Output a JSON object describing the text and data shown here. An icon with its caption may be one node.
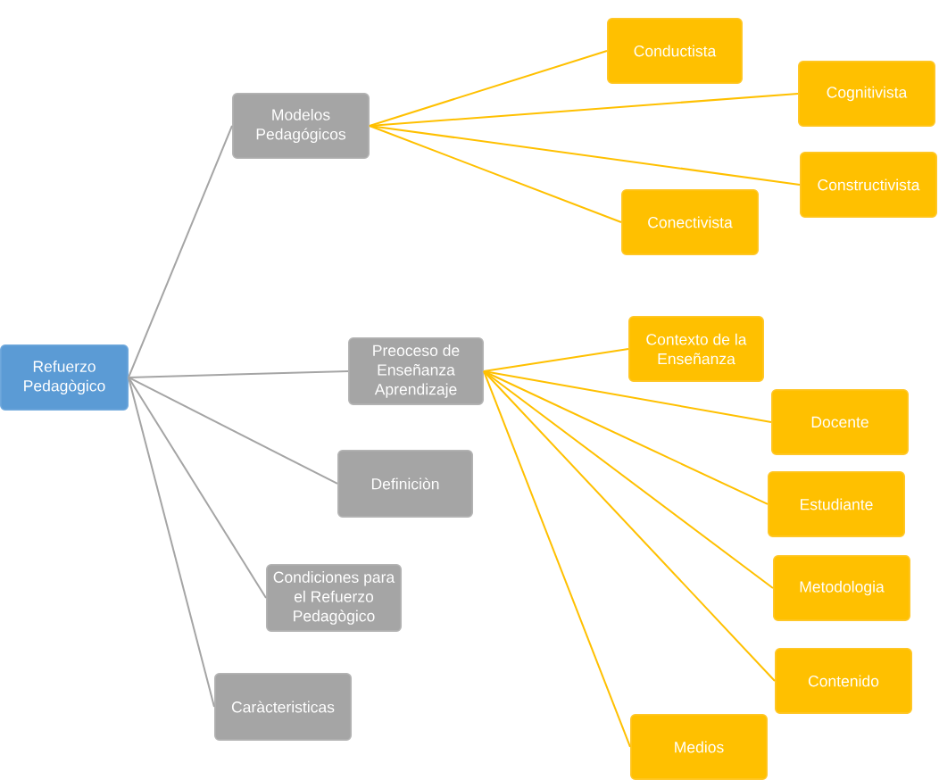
{
  "diagram": {
    "nodes": [
      {
        "text": [
          "Refuerzo Pedagògico"
        ]
      },
      {
        "text": [
          "Modelos Pedagógicos"
        ]
      },
      {
        "text": [
          "Preoceso de Enseñanza Aprendizaje"
        ]
      },
      {
        "text": [
          "Definiciòn"
        ]
      },
      {
        "text": [
          "Condiciones para el Refuerzo Pedagògico"
        ]
      },
      {
        "text": [
          "Caràcteristicas"
        ]
      },
      {
        "text": [
          "Conductista"
        ]
      },
      {
        "text": [
          "Cognitivista"
        ]
      },
      {
        "text": [
          "Constructivista"
        ]
      },
      {
        "text": [
          "Conectivista"
        ]
      },
      {
        "text": [
          "Contexto de la Enseñanza"
        ]
      },
      {
        "text": [
          "Docente"
        ]
      },
      {
        "text": [
          "Estudiante"
        ]
      },
      {
        "text": [
          "Metodologia"
        ]
      },
      {
        "text": [
          "Contenido"
        ]
      },
      {
        "text": [
          "Medios"
        ]
      }
    ],
    "edges": [
      {
        "from": 0,
        "to": 1,
        "arrow": "none",
        "color": "#a5a5a5"
      },
      {
        "from": 0,
        "to": 2,
        "arrow": "none",
        "color": "#a5a5a5"
      },
      {
        "from": 0,
        "to": 3,
        "arrow": "none",
        "color": "#a5a5a5"
      },
      {
        "from": 0,
        "to": 4,
        "arrow": "none",
        "color": "#a5a5a5"
      },
      {
        "from": 0,
        "to": 5,
        "arrow": "none",
        "color": "#a5a5a5"
      },
      {
        "from": 1,
        "to": 6,
        "arrow": "none"
      },
      {
        "from": 1,
        "to": 7,
        "arrow": "none"
      },
      {
        "from": 1,
        "to": 8,
        "arrow": "none"
      },
      {
        "from": 1,
        "to": 9,
        "arrow": "none"
      },
      {
        "from": 2,
        "to": 10,
        "arrow": "none"
      },
      {
        "from": 2,
        "to": 11,
        "arrow": "none"
      },
      {
        "from": 2,
        "to": 12,
        "arrow": "none"
      },
      {
        "from": 2,
        "to": 13,
        "arrow": "none"
      },
      {
        "from": 2,
        "to": 14,
        "arrow": "none"
      },
      {
        "from": 2,
        "to": 15,
        "arrow": "none"
      }
    ]
  }
}
